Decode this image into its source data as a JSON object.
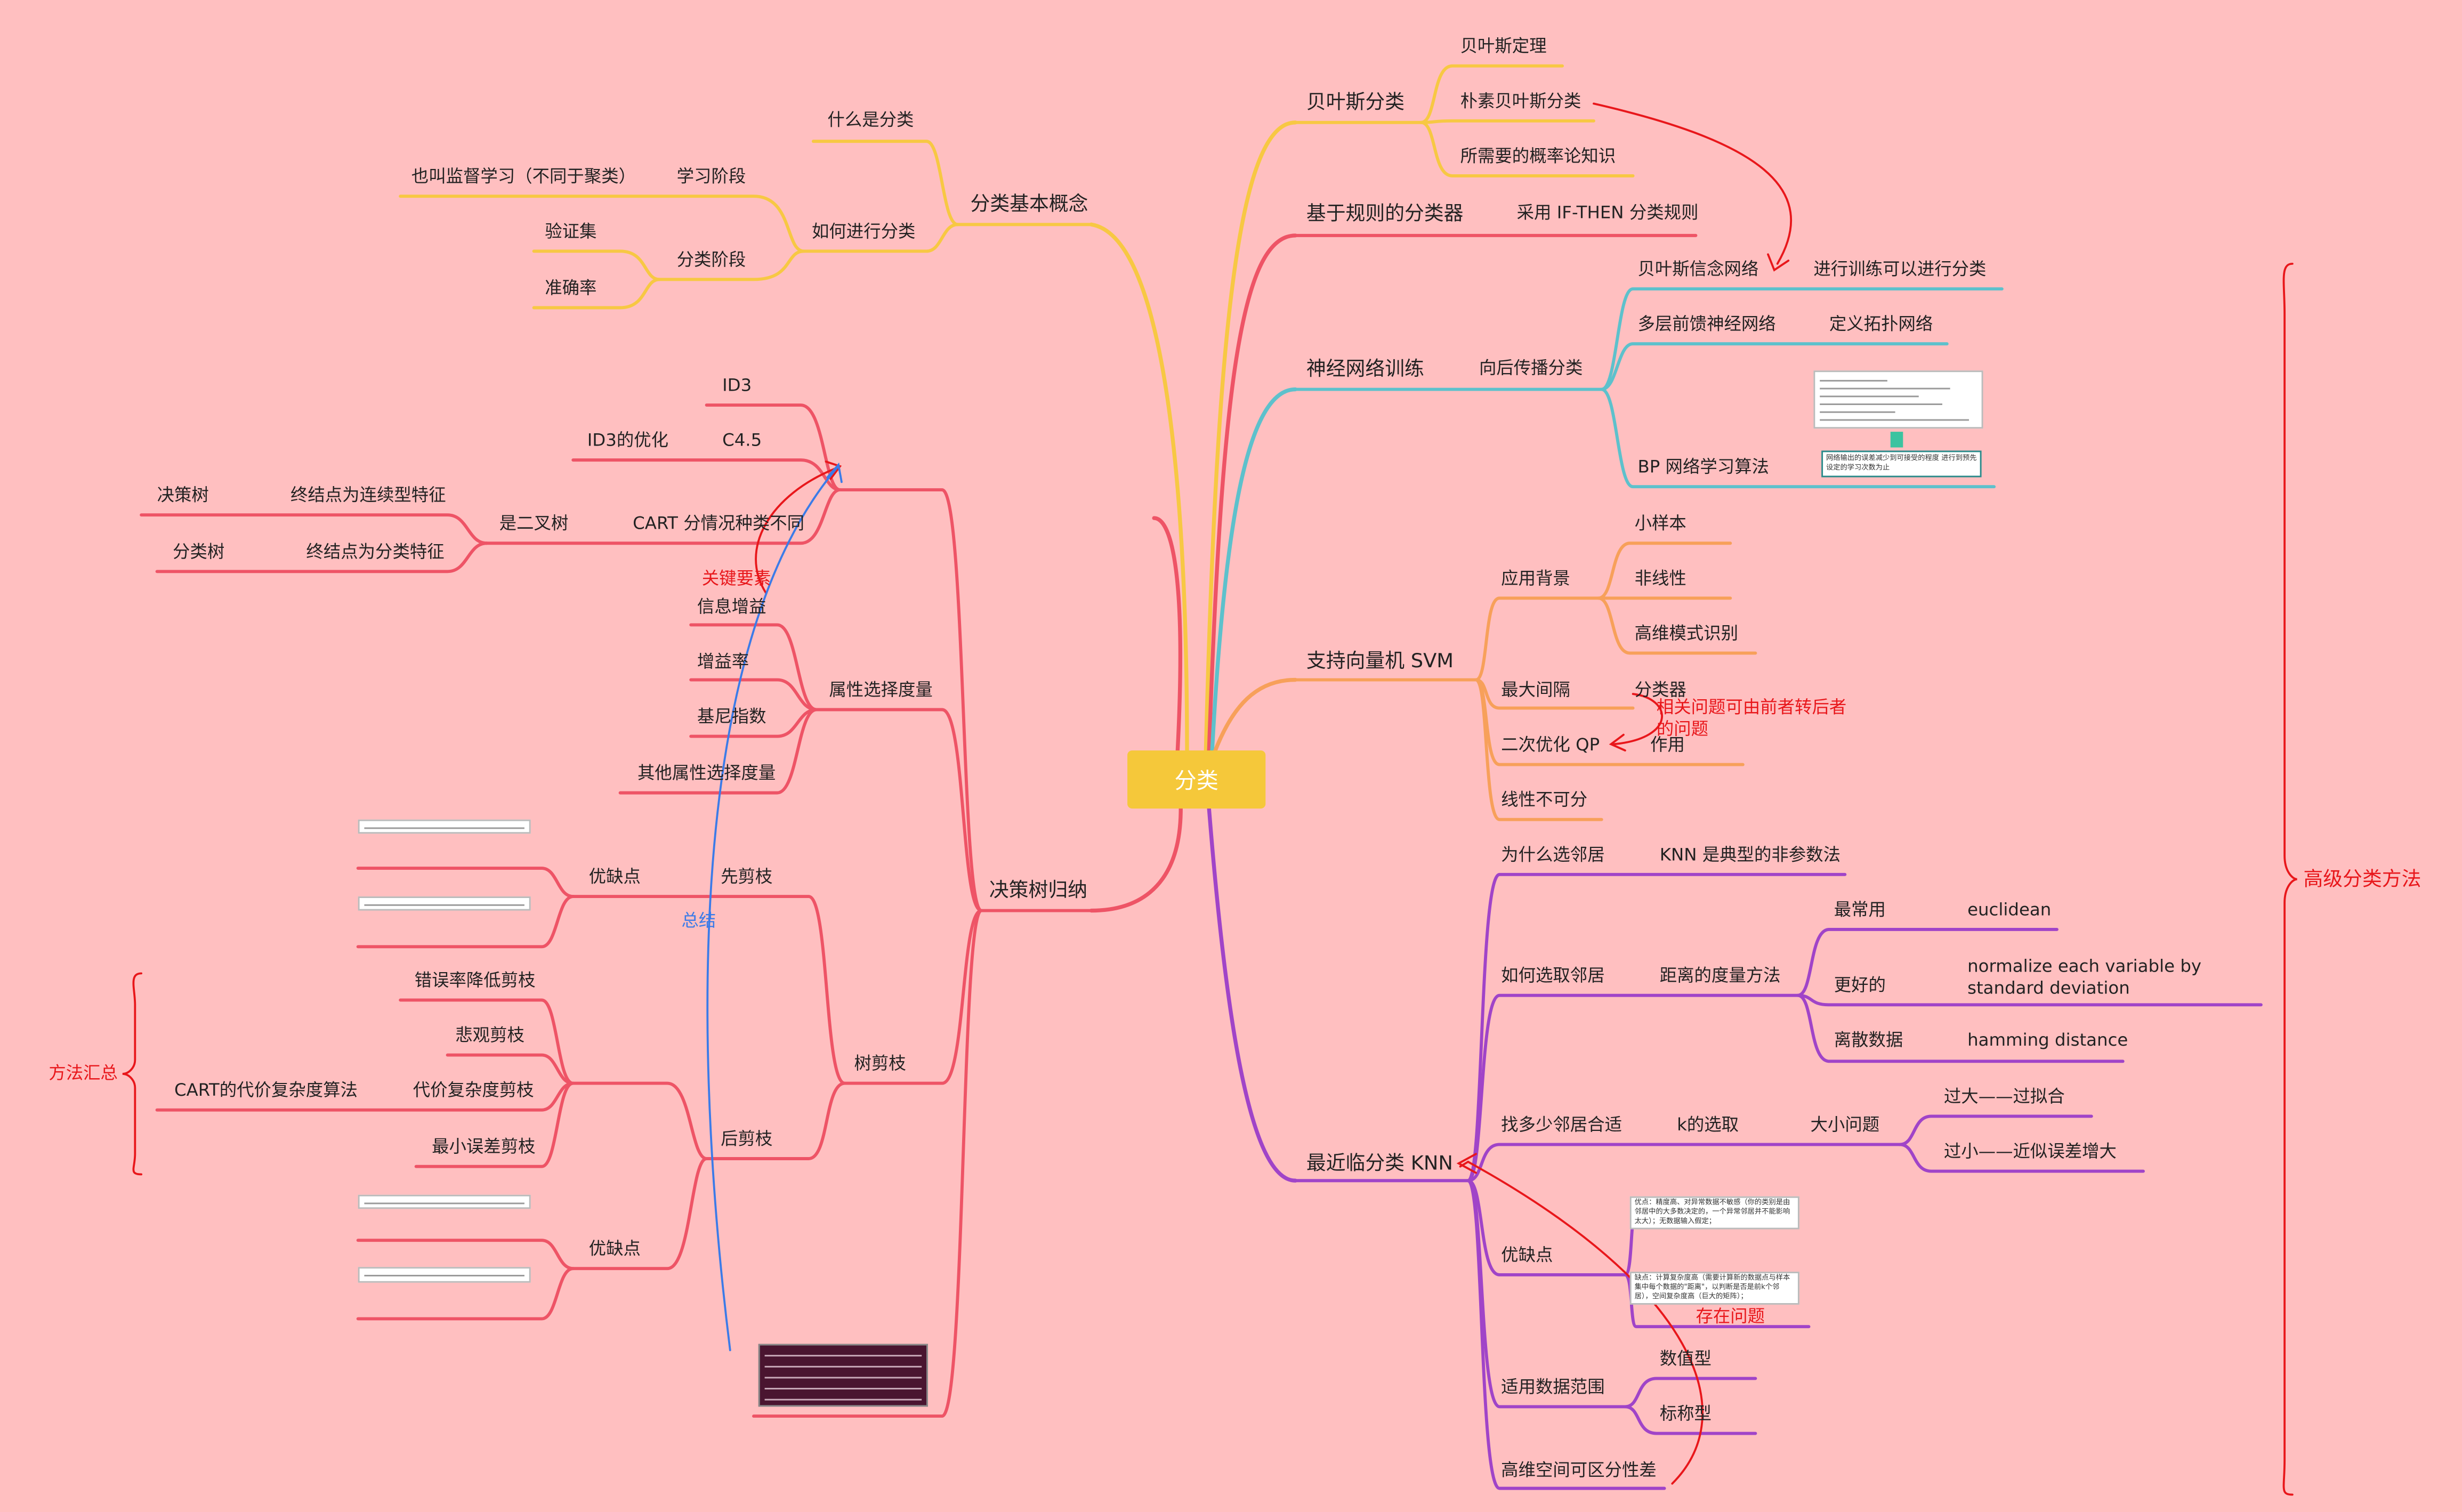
{
  "root": "分类",
  "colors": {
    "background": "#FFBFC0",
    "root": "#F5C83A",
    "yellow": "#F7C843",
    "red": "#EE5466",
    "cyan": "#5DC1CC",
    "orange": "#F7A05A",
    "purple": "#A044C8",
    "annotation": "#E8171B",
    "note_blue": "#3B7BE8"
  },
  "left": {
    "basic": {
      "label": "分类基本概念",
      "what": "什么是分类",
      "how": "如何进行分类",
      "learn": "学习阶段",
      "learn_note": "也叫监督学习（不同于聚类）",
      "classify": "分类阶段",
      "validation": "验证集",
      "accuracy": "准确率"
    },
    "tree": {
      "label": "决策树归纳",
      "id3": "ID3",
      "c45": "C4.5",
      "id3_opt": "ID3的优化",
      "cart": "CART 分情况种类不同",
      "binary": "是二叉树",
      "reg_leaf": "终结点为连续型特征",
      "reg_tree": "决策树",
      "cls_leaf": "终结点为分类特征",
      "cls_tree": "分类树",
      "attr": "属性选择度量",
      "info_gain": "信息增益",
      "gain_ratio": "增益率",
      "gini": "基尼指数",
      "other_attr": "其他属性选择度量",
      "pruning": "树剪枝",
      "pre": "先剪枝",
      "pre_pros": "优缺点",
      "post": "后剪枝",
      "post_pros": "优缺点",
      "err": "错误率降低剪枝",
      "pess": "悲观剪枝",
      "cost": "代价复杂度剪枝",
      "cart_cost": "CART的代价复杂度算法",
      "min_err": "最小误差剪枝"
    }
  },
  "right": {
    "bayes": {
      "label": "贝叶斯分类",
      "theorem": "贝叶斯定理",
      "naive": "朴素贝叶斯分类",
      "prob": "所需要的概率论知识"
    },
    "rule": {
      "label": "基于规则的分类器",
      "if_then": "采用 IF-THEN 分类规则"
    },
    "nn": {
      "label": "神经网络训练",
      "bp_cls": "向后传播分类",
      "belief": "贝叶斯信念网络",
      "belief_note": "进行训练可以进行分类",
      "mlp": "多层前馈神经网络",
      "mlp_note": "定义拓扑网络",
      "bp": "BP 网络学习算法"
    },
    "svm": {
      "label": "支持向量机 SVM",
      "bg": "应用背景",
      "small": "小样本",
      "nonlinear": "非线性",
      "highdim": "高维模式识别",
      "margin": "最大间隔",
      "classifier": "分类器",
      "qp": "二次优化 QP",
      "effect": "作用",
      "nonsep": "线性不可分"
    },
    "knn": {
      "label": "最近临分类 KNN",
      "why": "为什么选邻居",
      "why_note": "KNN 是典型的非参数法",
      "how": "如何选取邻居",
      "dist": "距离的度量方法",
      "common": "最常用",
      "euclid": "euclidean",
      "better": "更好的",
      "normalize": "normalize each variable by standard deviation",
      "discrete": "离散数据",
      "hamming": "hamming distance",
      "howmany": "找多少邻居合适",
      "k": "k的选取",
      "size": "大小问题",
      "big": "过大——过拟合",
      "small": "过小——近似误差增大",
      "pros": "优缺点",
      "scope": "适用数据范围",
      "numeric": "数值型",
      "nominal": "标称型",
      "highdim": "高维空间可区分性差"
    }
  },
  "annotations": {
    "key": "关键要素",
    "summary": "总结",
    "methods": "方法汇总",
    "related": "相关问题可由前者转后者的问题",
    "problem": "存在问题",
    "advanced": "高级分类方法"
  },
  "images": {
    "knn_pros": "优点：精度高、对异常数据不敏感（你的类别是由邻居中的大多数决定的，一个异常邻居并不能影响太大）；无数据输入假定；",
    "knn_cons": "缺点：计算复杂度高（需要计算新的数据点与样本集中每个数据的\"距离\"，以判断是否是前k个邻居），空间复杂度高（巨大的矩阵）；",
    "bp_box": "网络输出的误差减少到可接受的程度 进行到预先设定的学习次数为止"
  }
}
